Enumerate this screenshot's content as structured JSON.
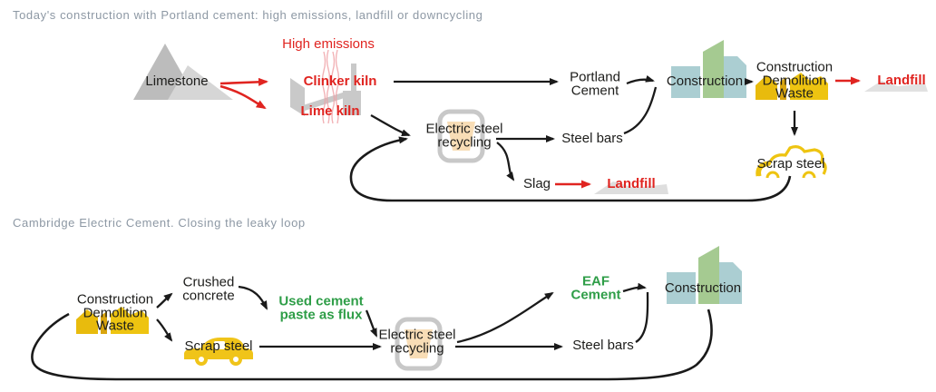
{
  "sections": [
    {
      "title": "Today's construction with Portland cement: high emissions, landfill or downcycling"
    },
    {
      "title": "Cambridge Electric Cement. Closing the leaky loop"
    }
  ],
  "top": {
    "high_emissions": "High emissions",
    "limestone": "Limestone",
    "clinker_kiln": "Clinker kiln",
    "lime_kiln": "Lime kiln",
    "portland_cement": "Portland\nCement",
    "construction": "Construction",
    "cdw": "Construction\nDemolition\nWaste",
    "landfill_cdw": "Landfill",
    "scrap_steel": "Scrap steel",
    "electric_steel": "Electric steel\nrecycling",
    "steel_bars": "Steel bars",
    "slag": "Slag",
    "landfill_slag": "Landfill"
  },
  "bottom": {
    "cdw": "Construction\nDemolition\nWaste",
    "crushed_concrete": "Crushed\nconcrete",
    "scrap_steel": "Scrap steel",
    "used_cement_paste": "Used cement\npaste as flux",
    "electric_steel": "Electric steel\nrecycling",
    "eaf_cement": "EAF\nCement",
    "steel_bars": "Steel bars",
    "construction": "Construction"
  },
  "colors": {
    "accent_red": "#e02420",
    "accent_green": "#2f9e48",
    "title_gray": "#8d98a4",
    "icon_gray": "#c9c9c9",
    "icon_yellow": "#eec411",
    "icon_teal": "#abced2",
    "icon_green_building": "#a5ca91",
    "crucible_fill": "#f8ddb6",
    "emissions_pink": "#ef9fa4"
  }
}
